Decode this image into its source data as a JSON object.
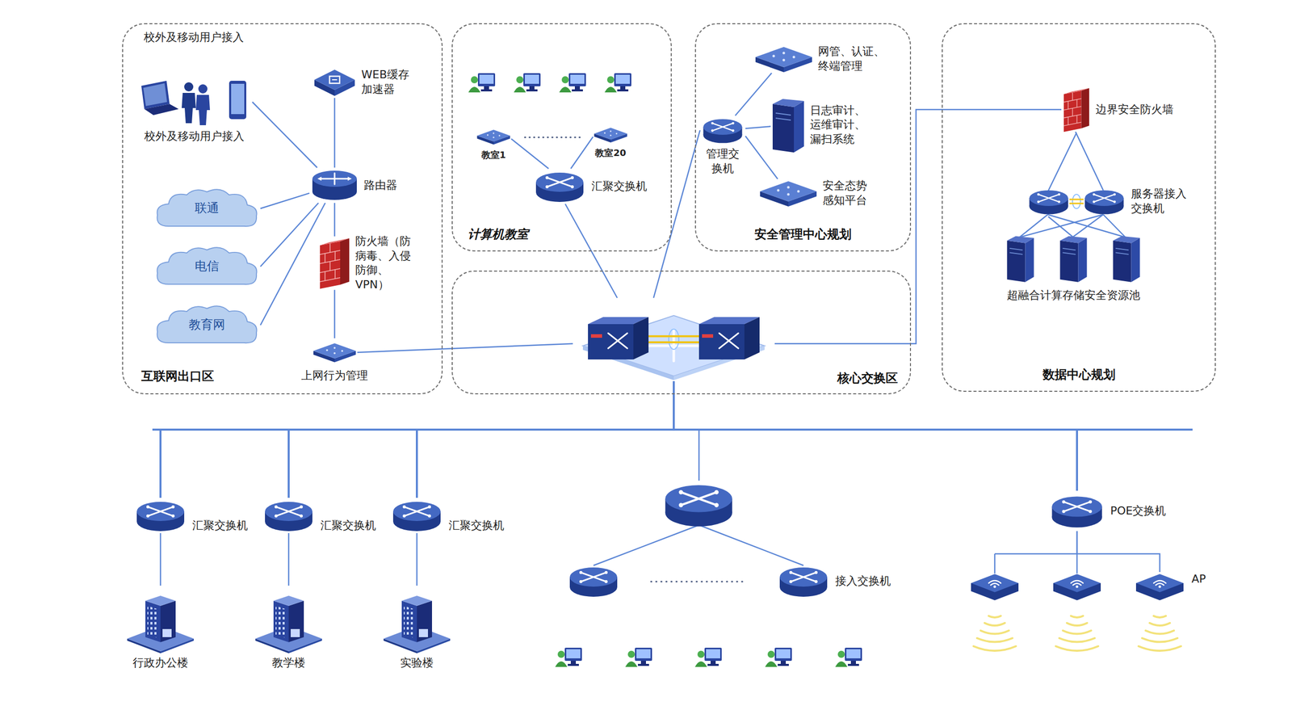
{
  "diagram": {
    "nodes": [
      {
        "text": [
          "互联网出口区"
        ]
      },
      {
        "text": [
          "计算机教室"
        ]
      },
      {
        "text": [
          "安全管理中心规划"
        ]
      },
      {
        "text": [
          "核心交换区"
        ]
      },
      {
        "text": [
          "数据中心规划"
        ]
      },
      {
        "text": [
          "校外及移动用户接入"
        ],
        "in": 0
      },
      {
        "text": [
          "WEB缓存加速器"
        ],
        "in": 0
      },
      {
        "text": [
          "路由器"
        ],
        "in": 0
      },
      {
        "text": [
          "联通"
        ],
        "in": 0
      },
      {
        "text": [
          "电信"
        ],
        "in": 0
      },
      {
        "text": [
          "教育网"
        ],
        "in": 0
      },
      {
        "text": [
          "防火墙（防病毒、入侵防御、VPN）"
        ],
        "in": 0
      },
      {
        "text": [
          "上网行为管理"
        ],
        "in": 0
      },
      {
        "text": [
          "教室1"
        ],
        "in": 1
      },
      {
        "text": [
          "教室20"
        ],
        "in": 1
      },
      {
        "text": [
          "汇聚交换机"
        ],
        "in": 1
      },
      {
        "text": [
          "管理交换机"
        ],
        "in": 2
      },
      {
        "text": [
          "网管、认证、终端管理"
        ],
        "in": 2
      },
      {
        "text": [
          "日志审计、运维审计、漏扫系统"
        ],
        "in": 2
      },
      {
        "text": [
          "安全态势感知平台"
        ],
        "in": 2
      },
      {
        "text": [
          "边界安全防火墙"
        ],
        "in": 4
      },
      {
        "text": [
          "服务器接入交换机"
        ],
        "in": 4
      },
      {
        "text": [
          "超融合计算存储安全资源池"
        ],
        "in": 4
      },
      {
        "text": [
          "汇聚交换机"
        ]
      },
      {
        "text": [
          "汇聚交换机"
        ]
      },
      {
        "text": [
          "汇聚交换机"
        ]
      },
      {
        "text": [
          "行政办公楼"
        ]
      },
      {
        "text": [
          "教学楼"
        ]
      },
      {
        "text": [
          "实验楼"
        ]
      },
      {
        "text": [
          "接入交换机"
        ]
      },
      {
        "text": [
          "POE交换机"
        ]
      },
      {
        "text": [
          "AP"
        ]
      }
    ],
    "edges": [
      {
        "from": 5,
        "to": 7,
        "arrow": "none"
      },
      {
        "from": 8,
        "to": 7,
        "arrow": "none"
      },
      {
        "from": 9,
        "to": 7,
        "arrow": "none"
      },
      {
        "from": 10,
        "to": 7,
        "arrow": "none"
      },
      {
        "from": 6,
        "to": 7,
        "arrow": "none"
      },
      {
        "from": 7,
        "to": 11,
        "arrow": "none"
      },
      {
        "from": 11,
        "to": 12,
        "arrow": "none"
      },
      {
        "from": 12,
        "to": 3,
        "arrow": "none"
      },
      {
        "from": 15,
        "to": 13,
        "arrow": "none"
      },
      {
        "from": 15,
        "to": 14,
        "arrow": "none"
      },
      {
        "from": 15,
        "to": 3,
        "arrow": "none"
      },
      {
        "from": 16,
        "to": 17,
        "arrow": "none"
      },
      {
        "from": 16,
        "to": 18,
        "arrow": "none"
      },
      {
        "from": 16,
        "to": 19,
        "arrow": "none"
      },
      {
        "from": 16,
        "to": 3,
        "arrow": "none"
      },
      {
        "from": 3,
        "to": 20,
        "arrow": "none"
      },
      {
        "from": 20,
        "to": 21,
        "arrow": "none"
      },
      {
        "from": 21,
        "to": 22,
        "arrow": "none"
      },
      {
        "from": 3,
        "to": 23,
        "arrow": "none"
      },
      {
        "from": 3,
        "to": 24,
        "arrow": "none"
      },
      {
        "from": 3,
        "to": 25,
        "arrow": "none"
      },
      {
        "from": 3,
        "to": 30,
        "arrow": "none"
      },
      {
        "from": 23,
        "to": 26,
        "arrow": "none"
      },
      {
        "from": 24,
        "to": 27,
        "arrow": "none"
      },
      {
        "from": 25,
        "to": 28,
        "arrow": "none"
      },
      {
        "from": 30,
        "to": 31,
        "arrow": "none"
      }
    ],
    "labels": [
      "校外及移动用户接入"
    ]
  }
}
